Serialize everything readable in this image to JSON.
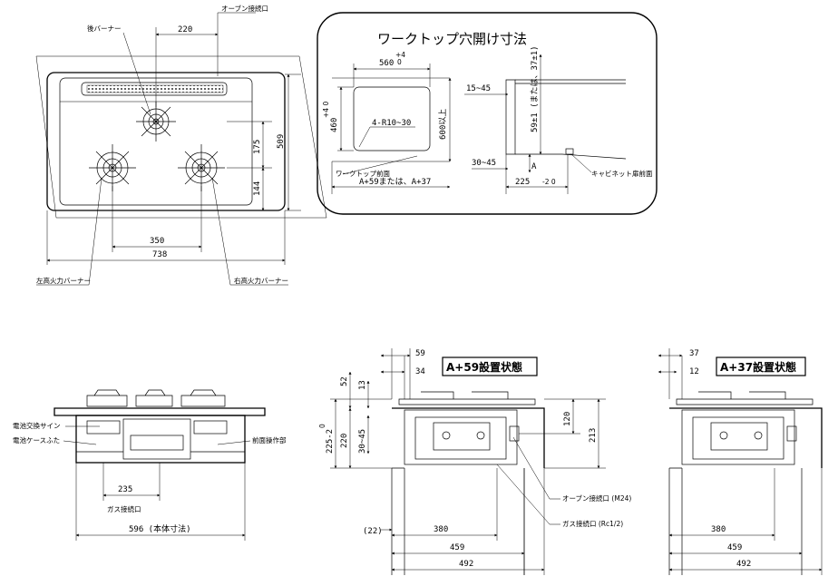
{
  "top_view": {
    "labels": {
      "rear_burner": "後バーナー",
      "oven_outlet": "オーブン接続口",
      "left_burner": "左高火力バーナー",
      "right_burner": "右高火力バーナー"
    },
    "dims": {
      "d220": "220",
      "d509": "509",
      "d175": "175",
      "d144": "144",
      "d350": "350",
      "d738": "738"
    }
  },
  "cutout": {
    "title": "ワークトップ穴開け寸法",
    "dims": {
      "width": "560",
      "width_tol_up": "+4",
      "width_tol_down": "0",
      "depth": "460",
      "depth_tol": "+4 0",
      "radius": "4-R10~30",
      "d600": "600以上",
      "d15_45": "15~45",
      "d59": "59±1 (または、37±1)",
      "d30_45": "30~45",
      "dA": "A",
      "d225": "225",
      "d225_tol": "-2 0"
    },
    "labels": {
      "worktop_front": "ワークトップ前面",
      "a59_a37": "A+59または、A+37",
      "cabinet_front": "キャビネット扉前面"
    }
  },
  "front_view": {
    "labels": {
      "battery_sign": "電池交換サイン",
      "battery_cover": "電池ケースふた",
      "front_panel": "前面操作部",
      "gas_inlet": "ガス接続口"
    },
    "dims": {
      "d235": "235",
      "d596": "596 (本体寸法)"
    }
  },
  "side_a59": {
    "title": "A+59設置状態",
    "dims": {
      "d59": "59",
      "d34": "34",
      "d52": "52",
      "d13": "13",
      "d220": "220",
      "d225": "225-2",
      "d225_tol": "0",
      "d30_45": "30~45",
      "d120": "120",
      "d213": "213",
      "d22": "(22)",
      "d380": "380",
      "d459": "459",
      "d492": "492"
    },
    "labels": {
      "oven_outlet": "オーブン接続口 (M24)",
      "gas_inlet": "ガス接続口 (Rc1/2)"
    }
  },
  "side_a37": {
    "title": "A+37設置状態",
    "dims": {
      "d37": "37",
      "d12": "12",
      "d380": "380",
      "d459": "459",
      "d492": "492"
    }
  }
}
